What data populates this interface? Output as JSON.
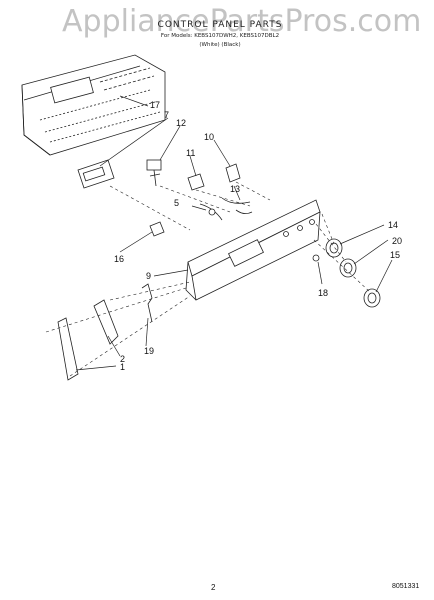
{
  "watermark": "AppliancePartsPros.com",
  "header": {
    "title": "CONTROL PANEL PARTS",
    "line2": "For Models: KEBS107DWH2, KEBS107DBL2",
    "line3": "(White)    (Black)"
  },
  "callouts": [
    "17",
    "7",
    "12",
    "11",
    "10",
    "13",
    "5",
    "14",
    "20",
    "15",
    "16",
    "9",
    "18",
    "2",
    "19",
    "1"
  ],
  "footer": {
    "page": "2",
    "doc_number": "8051331"
  }
}
